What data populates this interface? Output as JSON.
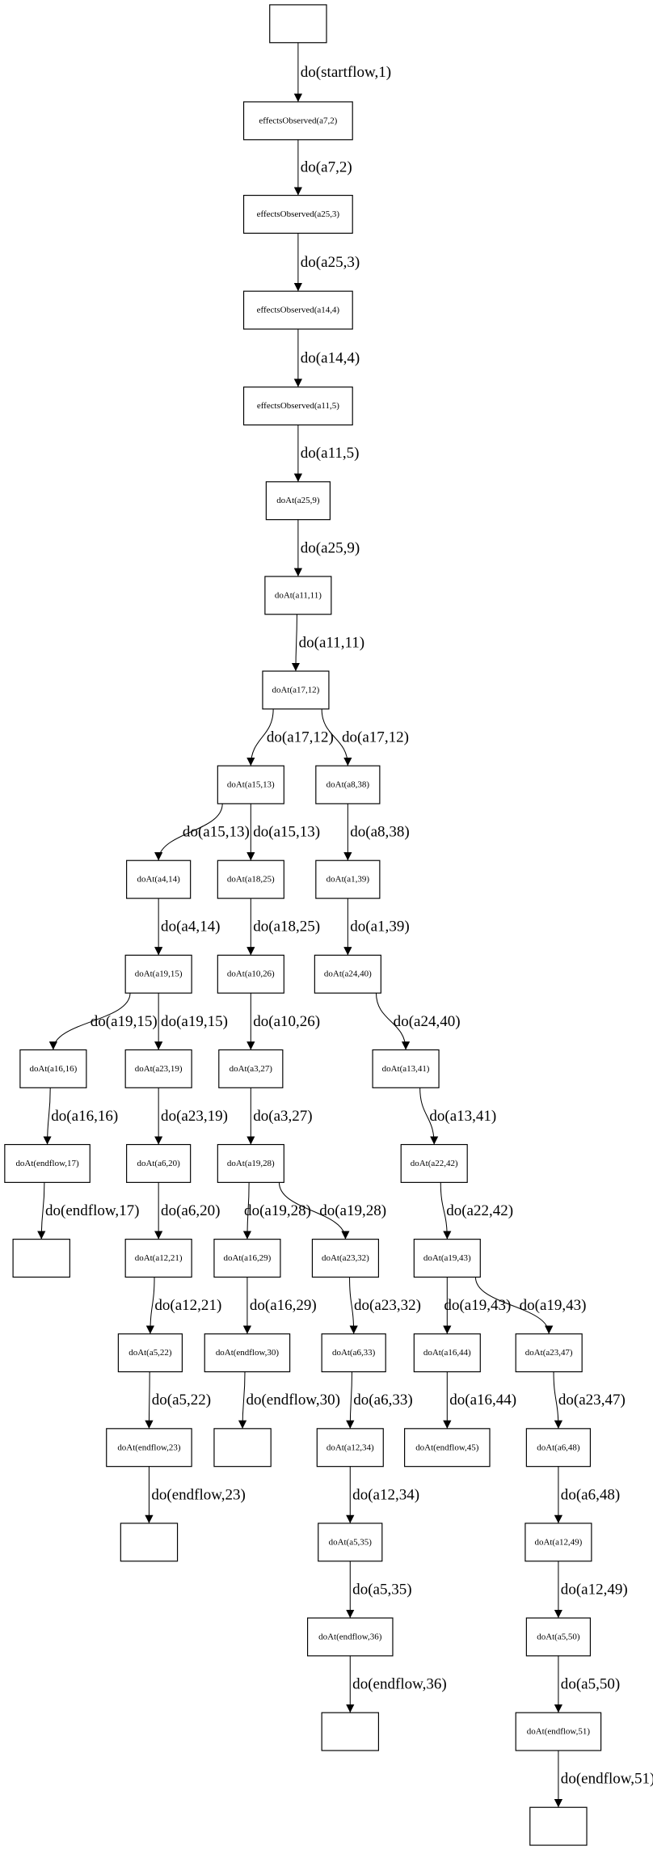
{
  "graph": {
    "nodes": [
      {
        "id": "n0",
        "label": ""
      },
      {
        "id": "n1",
        "label": "effectsObserved(a7,2)"
      },
      {
        "id": "n2",
        "label": "effectsObserved(a25,3)"
      },
      {
        "id": "n3",
        "label": "effectsObserved(a14,4)"
      },
      {
        "id": "n4",
        "label": "effectsObserved(a11,5)"
      },
      {
        "id": "n5",
        "label": "doAt(a25,9)"
      },
      {
        "id": "n6",
        "label": "doAt(a11,11)"
      },
      {
        "id": "n7",
        "label": "doAt(a17,12)"
      },
      {
        "id": "n8",
        "label": "doAt(a15,13)"
      },
      {
        "id": "n9",
        "label": "doAt(a8,38)"
      },
      {
        "id": "n10",
        "label": "doAt(a4,14)"
      },
      {
        "id": "n11",
        "label": "doAt(a18,25)"
      },
      {
        "id": "n12",
        "label": "doAt(a1,39)"
      },
      {
        "id": "n13",
        "label": "doAt(a19,15)"
      },
      {
        "id": "n14",
        "label": "doAt(a10,26)"
      },
      {
        "id": "n15",
        "label": "doAt(a24,40)"
      },
      {
        "id": "n16",
        "label": "doAt(a16,16)"
      },
      {
        "id": "n17",
        "label": "doAt(a23,19)"
      },
      {
        "id": "n18",
        "label": "doAt(a3,27)"
      },
      {
        "id": "n19",
        "label": "doAt(a13,41)"
      },
      {
        "id": "n20",
        "label": "doAt(endflow,17)"
      },
      {
        "id": "n21",
        "label": "doAt(a6,20)"
      },
      {
        "id": "n22",
        "label": "doAt(a19,28)"
      },
      {
        "id": "n23",
        "label": "doAt(a22,42)"
      },
      {
        "id": "n24",
        "label": ""
      },
      {
        "id": "n25",
        "label": "doAt(a12,21)"
      },
      {
        "id": "n26",
        "label": "doAt(a16,29)"
      },
      {
        "id": "n27",
        "label": "doAt(a23,32)"
      },
      {
        "id": "n28",
        "label": "doAt(a19,43)"
      },
      {
        "id": "n29",
        "label": "doAt(a5,22)"
      },
      {
        "id": "n30",
        "label": "doAt(endflow,30)"
      },
      {
        "id": "n31",
        "label": "doAt(a6,33)"
      },
      {
        "id": "n32",
        "label": "doAt(a16,44)"
      },
      {
        "id": "n33",
        "label": "doAt(a23,47)"
      },
      {
        "id": "n34",
        "label": "doAt(endflow,23)"
      },
      {
        "id": "n35",
        "label": ""
      },
      {
        "id": "n36",
        "label": "doAt(a12,34)"
      },
      {
        "id": "n37",
        "label": "doAt(endflow,45)"
      },
      {
        "id": "n38",
        "label": "doAt(a6,48)"
      },
      {
        "id": "n39",
        "label": ""
      },
      {
        "id": "n40",
        "label": "doAt(a5,35)"
      },
      {
        "id": "n41",
        "label": "doAt(a12,49)"
      },
      {
        "id": "n42",
        "label": "doAt(endflow,36)"
      },
      {
        "id": "n43",
        "label": "doAt(a5,50)"
      },
      {
        "id": "n44",
        "label": ""
      },
      {
        "id": "n45",
        "label": "doAt(endflow,51)"
      },
      {
        "id": "n46",
        "label": ""
      }
    ],
    "edges": [
      {
        "from": "n0",
        "to": "n1",
        "label": "do(startflow,1)"
      },
      {
        "from": "n1",
        "to": "n2",
        "label": "do(a7,2)"
      },
      {
        "from": "n2",
        "to": "n3",
        "label": "do(a25,3)"
      },
      {
        "from": "n3",
        "to": "n4",
        "label": "do(a14,4)"
      },
      {
        "from": "n4",
        "to": "n5",
        "label": "do(a11,5)"
      },
      {
        "from": "n5",
        "to": "n6",
        "label": "do(a25,9)"
      },
      {
        "from": "n6",
        "to": "n7",
        "label": "do(a11,11)"
      },
      {
        "from": "n7",
        "to": "n8",
        "label": "do(a17,12)"
      },
      {
        "from": "n7",
        "to": "n9",
        "label": "do(a17,12)"
      },
      {
        "from": "n8",
        "to": "n10",
        "label": "do(a15,13)"
      },
      {
        "from": "n8",
        "to": "n11",
        "label": "do(a15,13)"
      },
      {
        "from": "n9",
        "to": "n12",
        "label": "do(a8,38)"
      },
      {
        "from": "n10",
        "to": "n13",
        "label": "do(a4,14)"
      },
      {
        "from": "n11",
        "to": "n14",
        "label": "do(a18,25)"
      },
      {
        "from": "n12",
        "to": "n15",
        "label": "do(a1,39)"
      },
      {
        "from": "n13",
        "to": "n16",
        "label": "do(a19,15)"
      },
      {
        "from": "n13",
        "to": "n17",
        "label": "do(a19,15)"
      },
      {
        "from": "n14",
        "to": "n18",
        "label": "do(a10,26)"
      },
      {
        "from": "n15",
        "to": "n19",
        "label": "do(a24,40)"
      },
      {
        "from": "n16",
        "to": "n20",
        "label": "do(a16,16)"
      },
      {
        "from": "n17",
        "to": "n21",
        "label": "do(a23,19)"
      },
      {
        "from": "n18",
        "to": "n22",
        "label": "do(a3,27)"
      },
      {
        "from": "n19",
        "to": "n23",
        "label": "do(a13,41)"
      },
      {
        "from": "n20",
        "to": "n24",
        "label": "do(endflow,17)"
      },
      {
        "from": "n21",
        "to": "n25",
        "label": "do(a6,20)"
      },
      {
        "from": "n22",
        "to": "n26",
        "label": "do(a19,28)"
      },
      {
        "from": "n22",
        "to": "n27",
        "label": "do(a19,28)"
      },
      {
        "from": "n23",
        "to": "n28",
        "label": "do(a22,42)"
      },
      {
        "from": "n25",
        "to": "n29",
        "label": "do(a12,21)"
      },
      {
        "from": "n26",
        "to": "n30",
        "label": "do(a16,29)"
      },
      {
        "from": "n27",
        "to": "n31",
        "label": "do(a23,32)"
      },
      {
        "from": "n28",
        "to": "n32",
        "label": "do(a19,43)"
      },
      {
        "from": "n28",
        "to": "n33",
        "label": "do(a19,43)"
      },
      {
        "from": "n29",
        "to": "n34",
        "label": "do(a5,22)"
      },
      {
        "from": "n30",
        "to": "n35",
        "label": "do(endflow,30)"
      },
      {
        "from": "n31",
        "to": "n36",
        "label": "do(a6,33)"
      },
      {
        "from": "n32",
        "to": "n37",
        "label": "do(a16,44)"
      },
      {
        "from": "n33",
        "to": "n38",
        "label": "do(a23,47)"
      },
      {
        "from": "n34",
        "to": "n39",
        "label": "do(endflow,23)"
      },
      {
        "from": "n36",
        "to": "n40",
        "label": "do(a12,34)"
      },
      {
        "from": "n38",
        "to": "n41",
        "label": "do(a6,48)"
      },
      {
        "from": "n40",
        "to": "n42",
        "label": "do(a5,35)"
      },
      {
        "from": "n41",
        "to": "n43",
        "label": "do(a12,49)"
      },
      {
        "from": "n42",
        "to": "n44",
        "label": "do(endflow,36)"
      },
      {
        "from": "n43",
        "to": "n45",
        "label": "do(a5,50)"
      },
      {
        "from": "n45",
        "to": "n46",
        "label": "do(endflow,51)"
      }
    ]
  }
}
